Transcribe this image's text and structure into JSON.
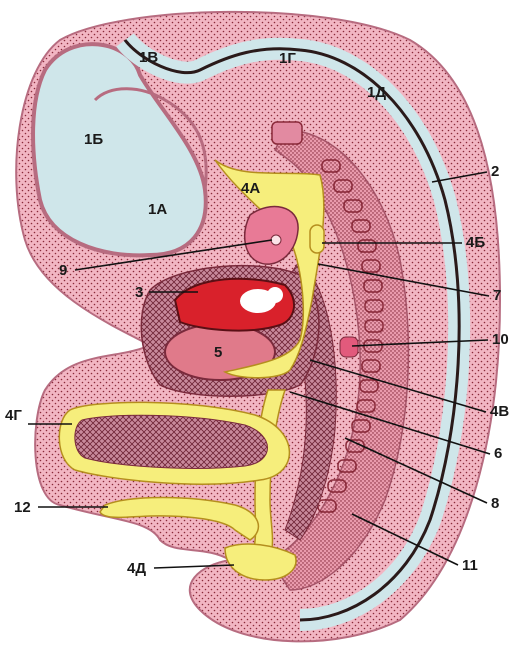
{
  "labels": {
    "l_1V": "1В",
    "l_1G": "1Г",
    "l_1D": "1Д",
    "l_1B": "1Б",
    "l_1A": "1А",
    "l_4A": "4А",
    "l_2": "2",
    "l_4B": "4Б",
    "l_9": "9",
    "l_7": "7",
    "l_3": "3",
    "l_10": "10",
    "l_5": "5",
    "l_4V": "4В",
    "l_4G": "4Г",
    "l_6": "6",
    "l_8": "8",
    "l_12": "12",
    "l_4D": "4Д",
    "l_11": "11"
  },
  "colors": {
    "tissue_pink": "#f2b6c3",
    "tissue_dark": "#c98a9c",
    "cavity_blue": "#cfe6ea",
    "yellow": "#f6ee7c",
    "red": "#d9212b",
    "white": "#ffffff"
  }
}
